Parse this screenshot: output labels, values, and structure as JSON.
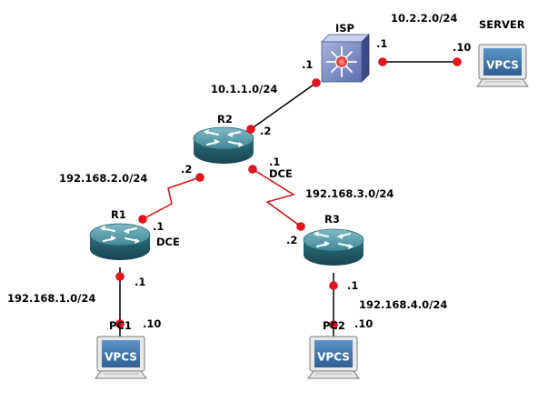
{
  "devices": {
    "isp": {
      "name": "ISP"
    },
    "server": {
      "name": "SERVER",
      "label": "VPCS"
    },
    "r1": {
      "name": "R1"
    },
    "r2": {
      "name": "R2"
    },
    "r3": {
      "name": "R3"
    },
    "pc1": {
      "name": "PC1",
      "label": "VPCS"
    },
    "pc2": {
      "name": "PC2",
      "label": "VPCS"
    }
  },
  "networks": {
    "isp_server": "10.2.2.0/24",
    "r2_isp": "10.1.1.0/24",
    "r1_r2": "192.168.2.0/24",
    "r2_r3": "192.168.3.0/24",
    "r1_pc1": "192.168.1.0/24",
    "r3_pc2": "192.168.4.0/24"
  },
  "interfaces": {
    "isp_to_server": ".1",
    "server": ".10",
    "isp_to_r2": ".1",
    "r2_to_isp": ".2",
    "r2_to_r1": ".2",
    "r2_to_r3": ".1",
    "r2_to_r3_clock": "DCE",
    "r1_to_r2": ".1",
    "r1_to_r2_clock": "DCE",
    "r1_to_pc1": ".1",
    "pc1": ".10",
    "r3_to_r2": ".2",
    "r3_to_pc2": ".1",
    "pc2": ".10"
  }
}
